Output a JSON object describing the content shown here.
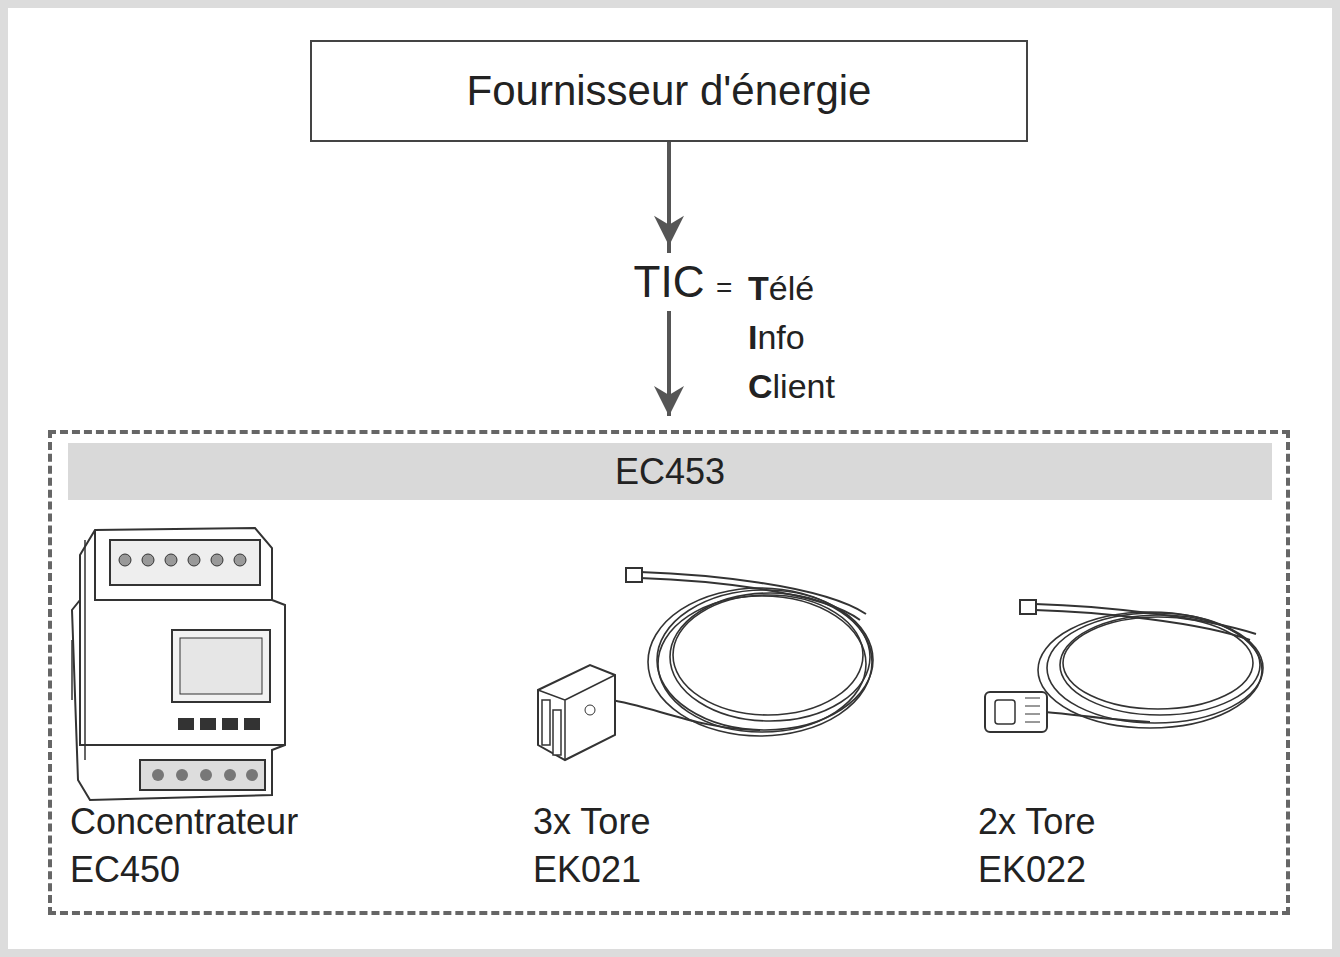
{
  "diagram": {
    "nodes": [
      {
        "text": [
          "Fournisseur d'énergie"
        ]
      },
      {
        "text": [
          "EC453"
        ]
      }
    ],
    "edges": [
      {
        "from": 0,
        "to": 1,
        "arrow": "to",
        "label": "TIC"
      }
    ],
    "labels": [
      "=",
      "Télé",
      "Info",
      "Client",
      "Concentrateur EC450",
      "3x Tore EK021",
      "2x Tore EK022"
    ]
  }
}
